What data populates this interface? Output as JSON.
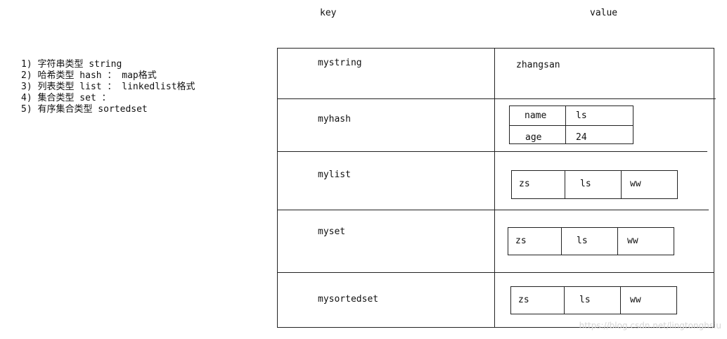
{
  "headers": {
    "key": "key",
    "value": "value"
  },
  "types": [
    "1) 字符串类型 string",
    "2) 哈希类型 hash ： map格式",
    "3) 列表类型 list ： linkedlist格式",
    "4) 集合类型 set ：",
    "5) 有序集合类型 sortedset"
  ],
  "rows": {
    "string": {
      "key": "mystring",
      "value": "zhangsan"
    },
    "hash": {
      "key": "myhash",
      "entries": [
        {
          "field": "name",
          "value": "ls"
        },
        {
          "field": "age",
          "value": "24"
        }
      ]
    },
    "list": {
      "key": "mylist",
      "items": [
        "zs",
        "ls",
        "ww"
      ]
    },
    "set": {
      "key": "myset",
      "items": [
        "zs",
        "ls",
        "ww"
      ]
    },
    "sortedset": {
      "key": "mysortedset",
      "items": [
        "zs",
        "ls",
        "ww"
      ]
    }
  },
  "watermark": "https://blog.csdn.net/lingtonghsiu"
}
